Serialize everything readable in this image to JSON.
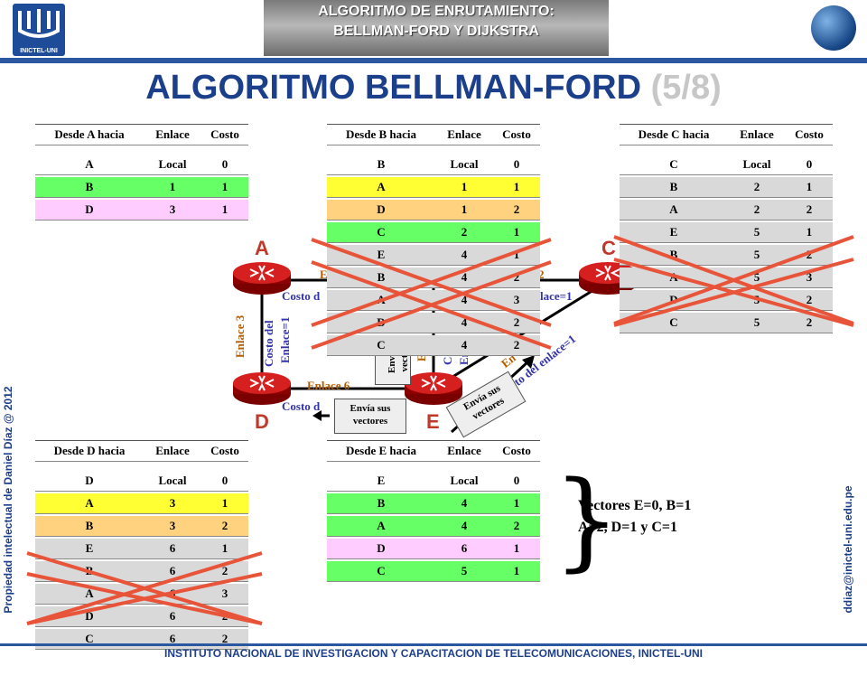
{
  "header": {
    "line1": "ALGORITMO DE ENRUTAMIENTO:",
    "line2": "BELLMAN-FORD Y DIJKSTRA",
    "logo_text": "INICTEL-UNI"
  },
  "title": {
    "main": "ALGORITMO BELLMAN-FORD ",
    "part": "(5/8)"
  },
  "footer": "INSTITUTO NACIONAL DE INVESTIGACION Y CAPACITACION DE TELECOMUNICACIONES, INICTEL-UNI",
  "side_left": "Propiedad intelectual de Daniel Díaz @ 2012",
  "side_right": "ddiaz@inictel-uni.edu.pe",
  "tables": {
    "A": {
      "headers": [
        "Desde A hacia",
        "Enlace",
        "Costo"
      ],
      "rows": [
        [
          "A",
          "Local",
          "0"
        ],
        [
          "B",
          "1",
          "1"
        ],
        [
          "D",
          "3",
          "1"
        ]
      ]
    },
    "B": {
      "headers": [
        "Desde B hacia",
        "Enlace",
        "Costo"
      ],
      "rows": [
        [
          "B",
          "Local",
          "0"
        ],
        [
          "A",
          "1",
          "1"
        ],
        [
          "D",
          "1",
          "2"
        ],
        [
          "C",
          "2",
          "1"
        ],
        [
          "E",
          "4",
          "1"
        ],
        [
          "B",
          "4",
          "2"
        ],
        [
          "A",
          "4",
          "3"
        ],
        [
          "D",
          "4",
          "2"
        ],
        [
          "C",
          "4",
          "2"
        ]
      ]
    },
    "C": {
      "headers": [
        "Desde C hacia",
        "Enlace",
        "Costo"
      ],
      "rows": [
        [
          "C",
          "Local",
          "0"
        ],
        [
          "B",
          "2",
          "1"
        ],
        [
          "A",
          "2",
          "2"
        ],
        [
          "E",
          "5",
          "1"
        ],
        [
          "B",
          "5",
          "2"
        ],
        [
          "A",
          "5",
          "3"
        ],
        [
          "D",
          "5",
          "2"
        ],
        [
          "C",
          "5",
          "2"
        ]
      ]
    },
    "D": {
      "headers": [
        "Desde D hacia",
        "Enlace",
        "Costo"
      ],
      "rows": [
        [
          "D",
          "Local",
          "0"
        ],
        [
          "A",
          "3",
          "1"
        ],
        [
          "B",
          "3",
          "2"
        ],
        [
          "E",
          "6",
          "1"
        ],
        [
          "B",
          "6",
          "2"
        ],
        [
          "A",
          "6",
          "3"
        ],
        [
          "D",
          "6",
          "2"
        ],
        [
          "C",
          "6",
          "2"
        ]
      ]
    },
    "E": {
      "headers": [
        "Desde E hacia",
        "Enlace",
        "Costo"
      ],
      "rows": [
        [
          "E",
          "Local",
          "0"
        ],
        [
          "B",
          "4",
          "1"
        ],
        [
          "A",
          "4",
          "2"
        ],
        [
          "D",
          "6",
          "1"
        ],
        [
          "C",
          "5",
          "1"
        ]
      ]
    }
  },
  "nodes": {
    "A": "A",
    "C": "C",
    "D": "D",
    "E": "E"
  },
  "diagram": {
    "enlace3": "Enlace 3",
    "costo_enlace1_a": "Costo del",
    "costo_enlace1_b": "Enlace=1",
    "enlace6": "Enlace 6",
    "costo_partial": "Costo d",
    "costo_c": "Costo d",
    "enlace_equals": "lace=1",
    "enlace_top": "E",
    "enlace2": "2",
    "costo_del_enlace": "to del enlace=1",
    "enlace_diag": "En",
    "envia1": "Envía sus vectores",
    "envia2": "Envía sus vectores",
    "envia_partial_a": "Enví",
    "envia_partial_b": "vect",
    "vert_e": "E",
    "vert_co": "Co",
    "vert_en": "En"
  },
  "vectores": {
    "line1": "Vectores E=0, B=1",
    "line2": "A=2, D=1 y C=1"
  }
}
